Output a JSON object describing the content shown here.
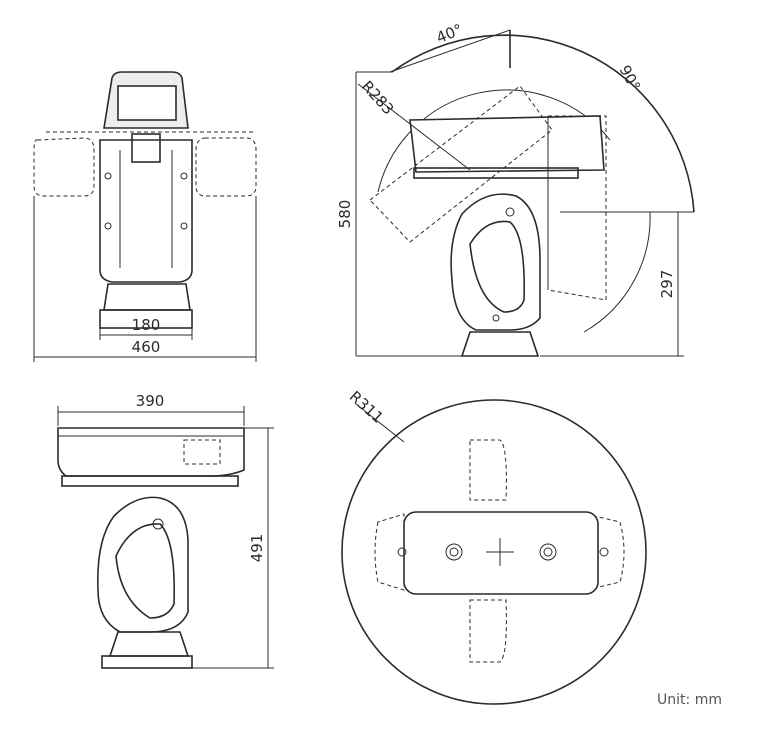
{
  "front_view": {
    "width_total": "460",
    "base_width": "180"
  },
  "side_view": {
    "height": "580",
    "radius": "R283",
    "tilt_up": "40°",
    "tilt_down": "90°",
    "pivot_height": "297"
  },
  "rear_view": {
    "length": "390",
    "height": "491"
  },
  "top_view": {
    "radius": "R311"
  },
  "unit": "Unit: mm"
}
